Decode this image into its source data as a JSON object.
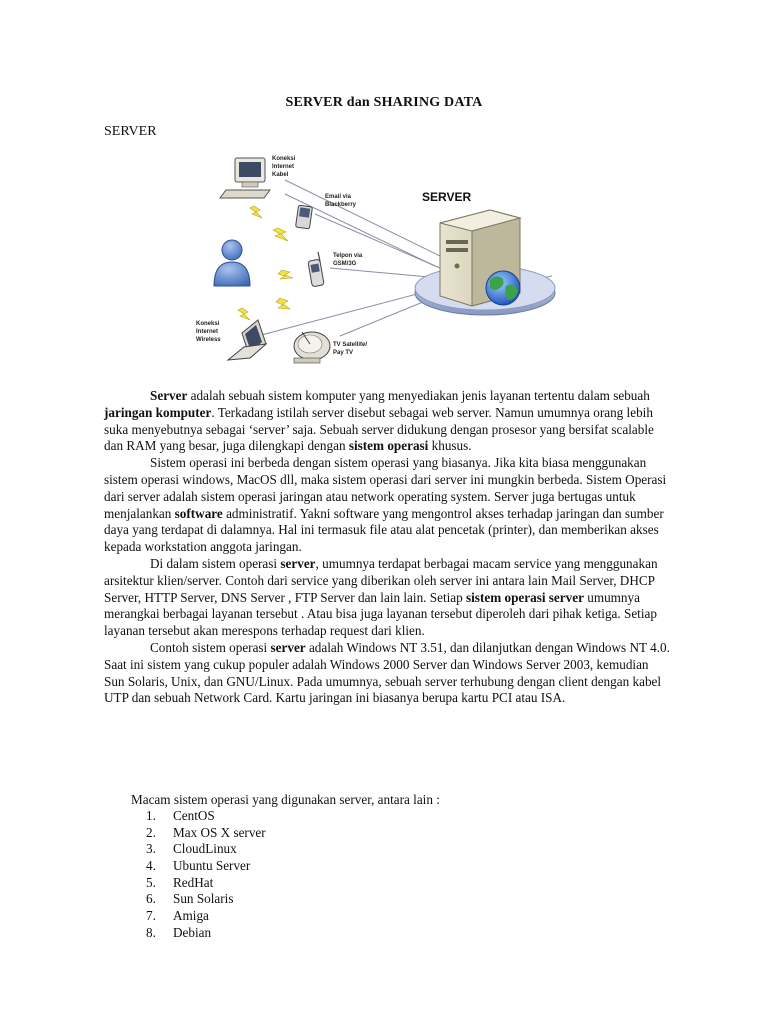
{
  "document": {
    "title": "SERVER dan SHARING DATA",
    "section_label": "SERVER"
  },
  "figure": {
    "server_label": "SERVER",
    "labels": {
      "wired": [
        "Koneksi",
        "Internet",
        "Kabel"
      ],
      "blackberry": [
        "Email via",
        "Blackberry"
      ],
      "phone": [
        "Telpon via",
        "GSM/3G"
      ],
      "wireless": [
        "Koneksi",
        "Internet",
        "Wireless"
      ],
      "tv": [
        "TV Satellite/",
        "Pay TV"
      ]
    },
    "icons": [
      "desktop-computer-icon",
      "smartphone-icon",
      "mobile-phone-icon",
      "user-icon",
      "laptop-icon",
      "satellite-dish-icon",
      "server-tower-icon",
      "globe-icon",
      "lightning-icon"
    ]
  },
  "paragraphs": {
    "p1": {
      "s1": "Server",
      "s2": " adalah sebuah sistem komputer yang menyediakan jenis layanan tertentu dalam sebuah ",
      "s3": "jaringan komputer",
      "s4": ". Terkadang istilah server disebut sebagai web server. Namun umumnya orang lebih suka menyebutnya sebagai ‘server’ saja. Sebuah server didukung dengan prosesor yang bersifat scalable dan RAM yang besar, juga dilengkapi dengan ",
      "s5": "sistem operasi",
      "s6": " khusus."
    },
    "p2": {
      "s1": "Sistem operasi ini berbeda dengan sistem operasi yang biasanya. Jika kita biasa menggunakan sistem operasi windows, MacOS dll, maka sistem operasi dari server ini mungkin berbeda. Sistem Operasi dari server adalah sistem operasi jaringan atau network operating system. Server juga bertugas untuk menjalankan ",
      "s2": "software",
      "s3": " administratif. Yakni software yang mengontrol akses terhadap jaringan dan sumber daya yang terdapat di dalamnya. Hal ini termasuk file atau alat pencetak (printer), dan memberikan akses kepada workstation anggota jaringan."
    },
    "p3": {
      "s1": "Di dalam sistem operasi ",
      "s2": "server",
      "s3": ", umumnya terdapat berbagai macam service yang menggunakan arsitektur klien/server. Contoh dari service yang diberikan oleh server ini antara lain Mail Server, DHCP Server, HTTP Server, DNS Server , FTP Server dan lain lain. Setiap ",
      "s4": "sistem operasi server",
      "s5": " umumnya merangkai berbagai layanan tersebut . Atau bisa juga layanan tersebut diperoleh dari pihak ketiga. Setiap layanan tersebut akan merespons terhadap request dari klien."
    },
    "p4": {
      "s1": "Contoh sistem operasi ",
      "s2": "server",
      "s3": " adalah Windows NT 3.51, dan dilanjutkan dengan Windows NT 4.0. Saat ini sistem yang cukup populer adalah Windows 2000 Server dan Windows Server 2003, kemudian Sun Solaris, Unix, dan GNU/Linux. Pada umumnya, sebuah server terhubung dengan client dengan kabel UTP dan sebuah Network Card. Kartu jaringan ini biasanya berupa kartu PCI atau ISA."
    }
  },
  "list": {
    "intro": "Macam sistem operasi yang digunakan server, antara lain :",
    "items": [
      {
        "num": "1.",
        "text": "CentOS"
      },
      {
        "num": "2.",
        "text": "Max OS X server"
      },
      {
        "num": "3.",
        "text": "CloudLinux"
      },
      {
        "num": "4.",
        "text": "Ubuntu Server"
      },
      {
        "num": "5.",
        "text": "RedHat"
      },
      {
        "num": "6.",
        "text": "Sun Solaris"
      },
      {
        "num": "7.",
        "text": "Amiga"
      },
      {
        "num": "8.",
        "text": "Debian"
      }
    ]
  }
}
